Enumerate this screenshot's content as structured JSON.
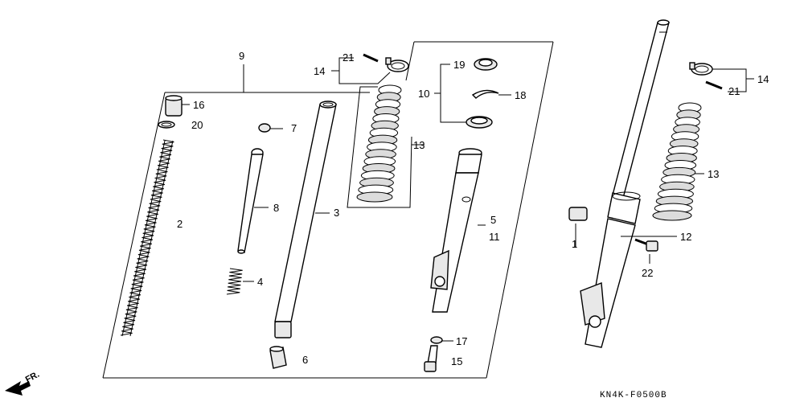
{
  "labels": {
    "n1": "1",
    "n2": "2",
    "n3": "3",
    "n4": "4",
    "n5": "5",
    "n6": "6",
    "n7": "7",
    "n8": "8",
    "n9": "9",
    "n10": "10",
    "n11": "11",
    "n12": "12",
    "n13a": "13",
    "n13b": "13",
    "n14a": "14",
    "n14b": "14",
    "n15": "15",
    "n16": "16",
    "n17": "17",
    "n18": "18",
    "n19": "19",
    "n20": "20",
    "n21a": "21",
    "n21b": "21",
    "n22": "22"
  },
  "direction_marker": "FR.",
  "diagram_code": "KN4K-F0500B"
}
